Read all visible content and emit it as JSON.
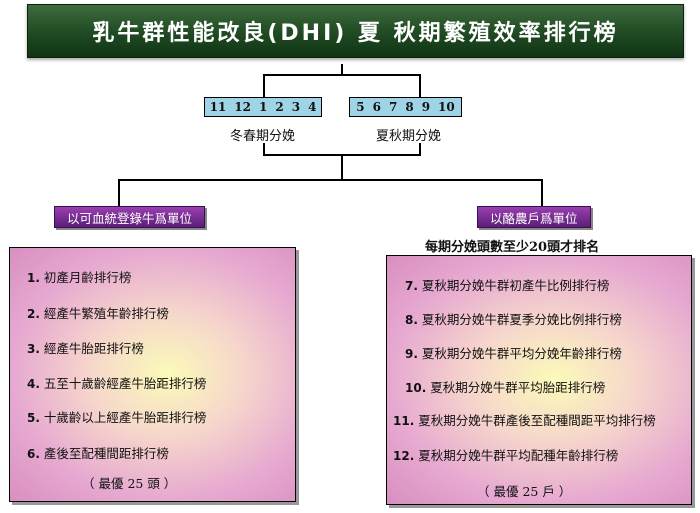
{
  "title": "乳牛群性能改良(DHI) 夏 秋期繁殖效率排行榜",
  "groups": [
    {
      "months": [
        "11",
        "12",
        "1",
        "2",
        "3",
        "4"
      ],
      "label": "冬春期分娩"
    },
    {
      "months": [
        "5",
        "6",
        "7",
        "8",
        "9",
        "10"
      ],
      "label": "夏秋期分娩"
    }
  ],
  "left": {
    "tag": "以可血統登錄牛爲單位",
    "items": [
      {
        "num": "1.",
        "text": "初產月齡排行榜"
      },
      {
        "num": "2.",
        "text": "經產牛繁殖年齡排行榜"
      },
      {
        "num": "3.",
        "text": "經產牛胎距排行榜"
      },
      {
        "num": "4.",
        "text": "五至十歲齡經產牛胎距排行榜"
      },
      {
        "num": "5.",
        "text": "十歲齡以上經產牛胎距排行榜"
      },
      {
        "num": "6.",
        "text": "產後至配種間距排行榜"
      }
    ],
    "footer": "（ 最優 25 頭 ）"
  },
  "right": {
    "tag": "以酪農戶爲單位",
    "note": "每期分娩頭數至少20頭才排名",
    "items": [
      {
        "num": "7.",
        "text": "夏秋期分娩牛群初產牛比例排行榜"
      },
      {
        "num": "8.",
        "text": "夏秋期分娩牛群夏季分娩比例排行榜"
      },
      {
        "num": "9.",
        "text": "夏秋期分娩牛群平均分娩年齡排行榜"
      },
      {
        "num": "10.",
        "text": "夏秋期分娩牛群平均胎距排行榜"
      },
      {
        "num": "11.",
        "text": "夏秋期分娩牛群產後至配種間距平均排行榜"
      },
      {
        "num": "12.",
        "text": "夏秋期分娩牛群平均配種年齡排行榜"
      }
    ],
    "footer": "（ 最優 25 戶 ）"
  }
}
